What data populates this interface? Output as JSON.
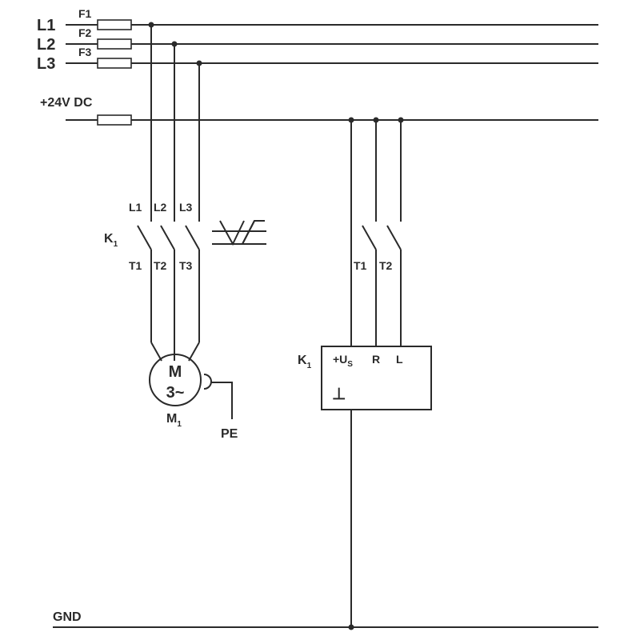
{
  "lines": {
    "l1": "L1",
    "l2": "L2",
    "l3": "L3",
    "dc": "+24V DC",
    "gnd": "GND"
  },
  "fuses": {
    "f1": "F1",
    "f2": "F2",
    "f3": "F3"
  },
  "contactor_left": {
    "label": "K",
    "label_sub": "1",
    "inputs": [
      "L1",
      "L2",
      "L3"
    ],
    "outputs": [
      "T1",
      "T2",
      "T3"
    ]
  },
  "motor": {
    "top": "M",
    "bottom": "3~",
    "label": "M",
    "label_sub": "1",
    "pe": "PE"
  },
  "contactor_right": {
    "outputs": [
      "T1",
      "T2"
    ]
  },
  "module": {
    "label": "K",
    "label_sub": "1",
    "us": "+U",
    "us_sub": "S",
    "r": "R",
    "l": "L",
    "ground_symbol": "⊥"
  }
}
